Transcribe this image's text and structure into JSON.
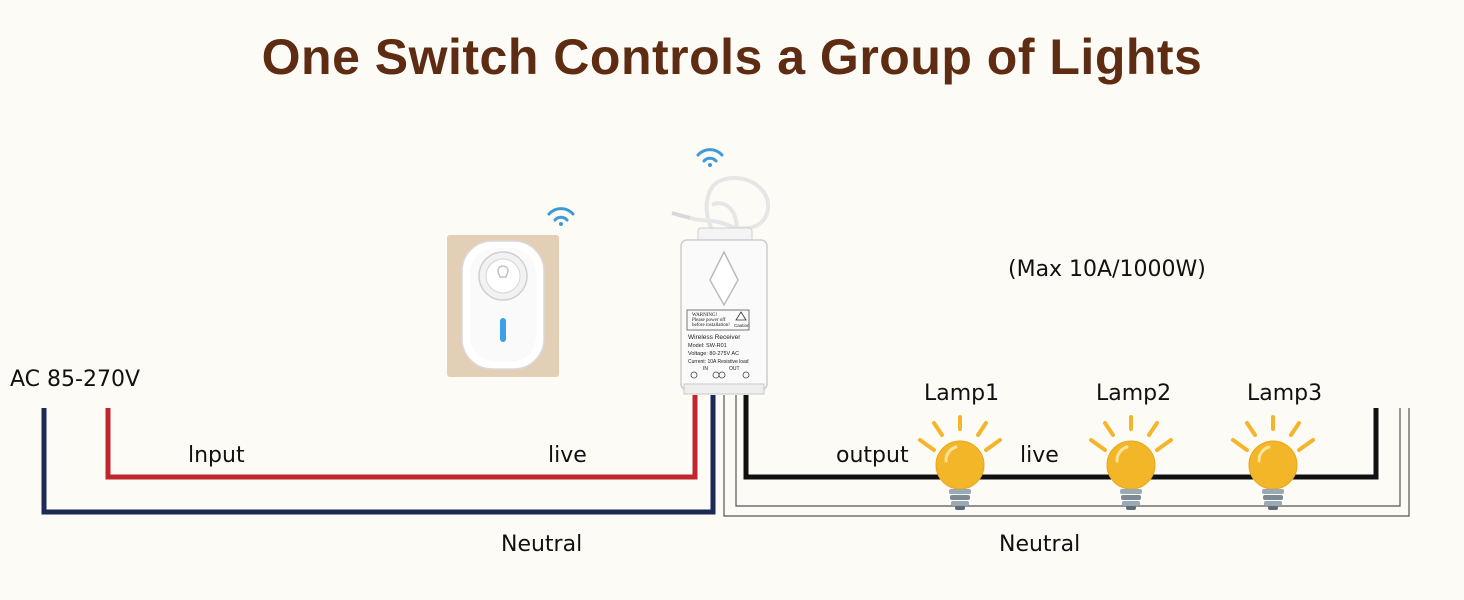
{
  "title": "One Switch Controls a Group of Lights",
  "labels": {
    "ac_source": "AC 85-270V",
    "input": "lnput",
    "live_left": "live",
    "neutral_left": "Neutral",
    "max_rating": "(Max 10A/1000W)",
    "output": "output",
    "live_right": "live",
    "neutral_right": "Neutral",
    "lamp1": "Lamp1",
    "lamp2": "Lamp2",
    "lamp3": "Lamp3"
  },
  "receiver": {
    "warning_line1": "WARNING!",
    "warning_line2": "Please power off",
    "warning_line3": "before installation!",
    "caution": "Caution",
    "name": "Wireless Receiver",
    "model": "Model: SW-R01",
    "voltage": "Voltage: 80-275V AC",
    "current": "Current: 10A Resistive load",
    "in_label": "IN",
    "out_label": "OUT"
  },
  "colors": {
    "title": "#5e2c12",
    "neutral_wire": "#1c2a55",
    "live_wire": "#c0262e",
    "output_wire": "#111111",
    "lamp_bulb": "#f2b628",
    "lamp_rays": "#f4b52a",
    "wifi": "#3d9ad8",
    "remote_backdrop": "#e2cfb6"
  },
  "icons": [
    "wifi-icon",
    "light-bulb-icon",
    "wall-switch-remote",
    "wireless-receiver-device"
  ]
}
